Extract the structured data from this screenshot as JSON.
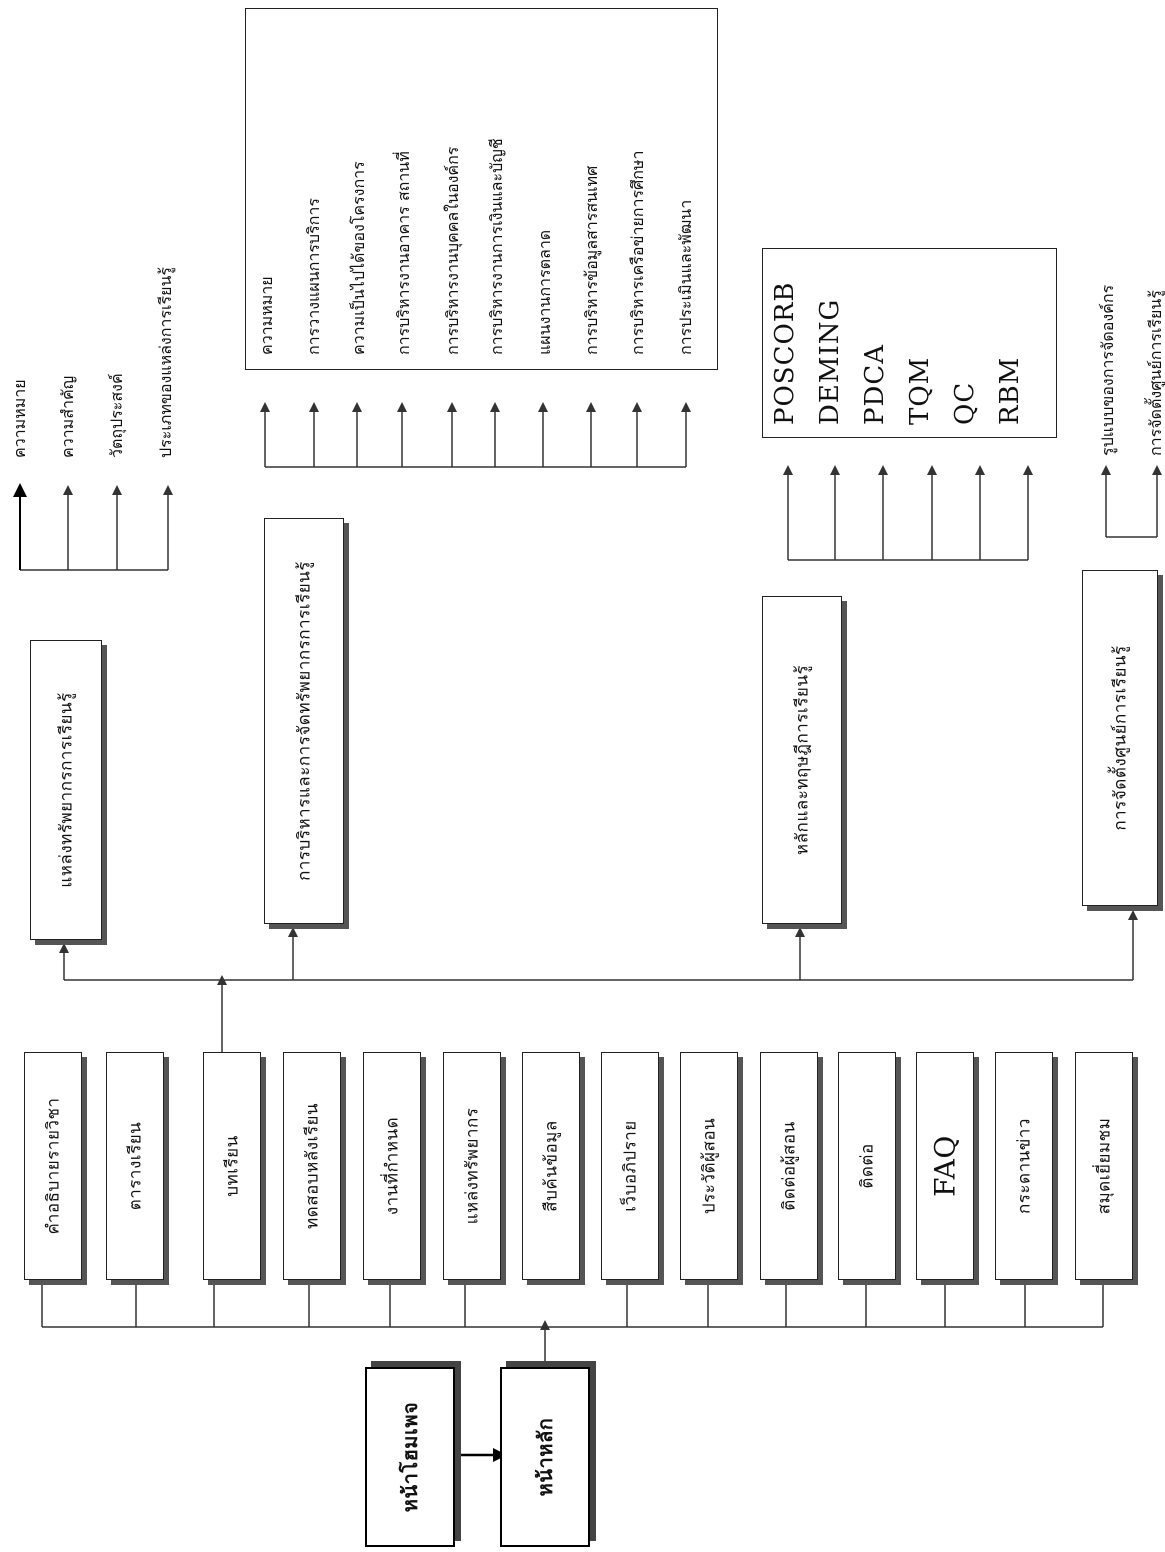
{
  "start": {
    "home_page": "หน้าโฮมเพจ",
    "main_page": "หน้าหลัก"
  },
  "menu": [
    "คำอธิบายรายวิชา",
    "ตารางเรียน",
    "บทเรียน",
    "ทดสอบหลังเรียน",
    "งานที่กำหนด",
    "แหล่งทรัพยากร",
    "สืบค้นข้อมูล",
    "เว็บอภิปราย",
    "ประวัติผู้สอน",
    "ติดต่อผู้สอน",
    "ติดต่อ",
    "FAQ",
    "กระดานข่าว",
    "สมุดเยี่ยมชม"
  ],
  "lessons": [
    "แหล่งทรัพยากรการเรียนรู้",
    "การบริหารและการจัดทรัพยากรการเรียนรู้",
    "หลักและทฤษฎีการเรียนรู้",
    "การจัดตั้งศูนย์การเรียนรู้"
  ],
  "topics_1": [
    "ความหมาย",
    "ความสำคัญ",
    "วัตถุประสงค์",
    "ประเภทของแหล่งการเรียนรู้"
  ],
  "topics_2": [
    "ความหมาย",
    "การวางแผนการบริการ",
    "ความเป็นไปได้ของโครงการ",
    "การบริหารงานอาคาร สถานที่",
    "การบริหารงานบุคคลในองค์กร",
    "การบริหารงานการเงินและบัญชี",
    "แผนงานการตลาด",
    "การบริหารข้อมูลสารสนเทศ",
    "การบริหารเครือข่ายการศึกษา",
    "การประเมินและพัฒนา"
  ],
  "topics_3": [
    "POSCORB",
    "DEMING",
    "PDCA",
    "TQM",
    "QC",
    "RBM"
  ],
  "topics_4": [
    "รูปแบบของการจัดองค์กร",
    "การจัดตั้งศูนย์การเรียนรู้"
  ]
}
